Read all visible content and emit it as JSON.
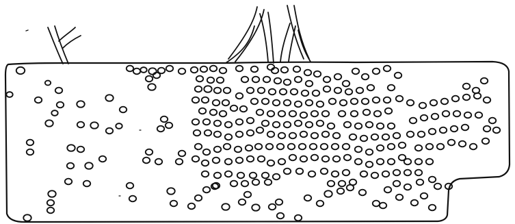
{
  "figure": {
    "subject": "line-drawing",
    "ink_color": "#111111",
    "paper_color": "#ffffff",
    "cells": [
      [
        30,
        103,
        1.2
      ],
      [
        14,
        138,
        0.9
      ],
      [
        56,
        146,
        1.0
      ],
      [
        86,
        132,
        1.0
      ],
      [
        70,
        121,
        0.8
      ],
      [
        88,
        153,
        1.0
      ],
      [
        80,
        165,
        0.9
      ],
      [
        72,
        180,
        1.1
      ],
      [
        118,
        152,
        1.1
      ],
      [
        160,
        143,
        1.1
      ],
      [
        180,
        160,
        1.0
      ],
      [
        118,
        182,
        1.0
      ],
      [
        138,
        183,
        1.1
      ],
      [
        160,
        191,
        1.0
      ],
      [
        174,
        184,
        0.9
      ],
      [
        44,
        208,
        1.0
      ],
      [
        44,
        222,
        1.0
      ],
      [
        104,
        216,
        1.1
      ],
      [
        118,
        218,
        1.0
      ],
      [
        103,
        242,
        1.0
      ],
      [
        130,
        242,
        1.1
      ],
      [
        150,
        232,
        1.0
      ],
      [
        190,
        100,
        1.0
      ],
      [
        200,
        104,
        1.0
      ],
      [
        210,
        102,
        0.9
      ],
      [
        223,
        104,
        1.1
      ],
      [
        236,
        103,
        1.0
      ],
      [
        248,
        100,
        1.0
      ],
      [
        266,
        104,
        1.0
      ],
      [
        218,
        115,
        1.0
      ],
      [
        229,
        110,
        1.0
      ],
      [
        222,
        127,
        1.1
      ],
      [
        240,
        174,
        1.0
      ],
      [
        247,
        183,
        1.0
      ],
      [
        235,
        188,
        1.0
      ],
      [
        218,
        222,
        1.0
      ],
      [
        214,
        234,
        1.0
      ],
      [
        232,
        236,
        1.0
      ],
      [
        266,
        224,
        1.0
      ],
      [
        262,
        236,
        1.0
      ],
      [
        100,
        265,
        1.0
      ],
      [
        127,
        268,
        1.0
      ],
      [
        190,
        271,
        1.0
      ],
      [
        76,
        283,
        1.1
      ],
      [
        74,
        296,
        1.0
      ],
      [
        74,
        307,
        1.0
      ],
      [
        40,
        318,
        1.1
      ],
      [
        194,
        290,
        1.0
      ],
      [
        250,
        279,
        1.1
      ],
      [
        254,
        297,
        1.0
      ],
      [
        280,
        301,
        1.0
      ],
      [
        290,
        289,
        1.0
      ],
      [
        302,
        277,
        1.0
      ],
      [
        316,
        271,
        1.0
      ],
      [
        330,
        302,
        1.1
      ],
      [
        354,
        295,
        1.0
      ],
      [
        374,
        303,
        1.1
      ],
      [
        398,
        302,
        1.0
      ],
      [
        408,
        295,
        1.0
      ],
      [
        410,
        315,
        1.0
      ],
      [
        436,
        318,
        1.0
      ],
      [
        450,
        289,
        1.0
      ],
      [
        468,
        297,
        1.0
      ],
      [
        480,
        283,
        1.1
      ],
      [
        498,
        279,
        1.0
      ],
      [
        512,
        274,
        1.0
      ],
      [
        530,
        281,
        1.0
      ],
      [
        550,
        297,
        1.0
      ],
      [
        567,
        277,
        1.0
      ],
      [
        580,
        268,
        1.0
      ],
      [
        596,
        273,
        1.0
      ],
      [
        614,
        266,
        1.0
      ],
      [
        632,
        262,
        1.0
      ],
      [
        606,
        296,
        1.0
      ],
      [
        632,
        303,
        1.0
      ],
      [
        284,
        102,
        1.0
      ],
      [
        298,
        101,
        1.0
      ],
      [
        312,
        100,
        1.0
      ],
      [
        326,
        103,
        1.0
      ],
      [
        292,
        115,
        1.0
      ],
      [
        308,
        117,
        1.0
      ],
      [
        322,
        117,
        1.0
      ],
      [
        290,
        130,
        1.0
      ],
      [
        304,
        130,
        1.1
      ],
      [
        318,
        132,
        1.0
      ],
      [
        332,
        132,
        1.0
      ],
      [
        350,
        140,
        1.0
      ],
      [
        286,
        146,
        1.0
      ],
      [
        300,
        146,
        1.0
      ],
      [
        316,
        150,
        1.0
      ],
      [
        330,
        150,
        1.0
      ],
      [
        296,
        162,
        1.0
      ],
      [
        312,
        164,
        1.0
      ],
      [
        326,
        166,
        1.0
      ],
      [
        342,
        158,
        1.0
      ],
      [
        356,
        159,
        1.0
      ],
      [
        286,
        178,
        1.0
      ],
      [
        302,
        178,
        1.0
      ],
      [
        318,
        180,
        1.0
      ],
      [
        334,
        182,
        1.0
      ],
      [
        350,
        178,
        1.0
      ],
      [
        366,
        176,
        1.0
      ],
      [
        288,
        194,
        1.0
      ],
      [
        304,
        194,
        1.0
      ],
      [
        318,
        196,
        1.0
      ],
      [
        334,
        200,
        1.0
      ],
      [
        350,
        196,
        1.0
      ],
      [
        366,
        194,
        1.0
      ],
      [
        380,
        190,
        1.0
      ],
      [
        290,
        214,
        1.0
      ],
      [
        302,
        222,
        1.0
      ],
      [
        318,
        218,
        1.0
      ],
      [
        332,
        214,
        1.0
      ],
      [
        348,
        218,
        1.0
      ],
      [
        364,
        216,
        1.0
      ],
      [
        378,
        214,
        1.0
      ],
      [
        394,
        214,
        1.0
      ],
      [
        410,
        214,
        1.0
      ],
      [
        286,
        232,
        1.0
      ],
      [
        300,
        238,
        1.0
      ],
      [
        316,
        234,
        1.0
      ],
      [
        334,
        236,
        1.0
      ],
      [
        350,
        234,
        1.0
      ],
      [
        366,
        232,
        1.0
      ],
      [
        382,
        232,
        1.0
      ],
      [
        396,
        238,
        1.0
      ],
      [
        412,
        236,
        1.0
      ],
      [
        300,
        254,
        1.0
      ],
      [
        318,
        256,
        1.0
      ],
      [
        334,
        254,
        1.0
      ],
      [
        352,
        256,
        1.0
      ],
      [
        370,
        256,
        1.0
      ],
      [
        388,
        256,
        1.0
      ],
      [
        404,
        258,
        1.0
      ],
      [
        314,
        272,
        1.0
      ],
      [
        342,
        268,
        1.0
      ],
      [
        358,
        268,
        1.0
      ],
      [
        374,
        266,
        1.0
      ],
      [
        392,
        266,
        1.0
      ],
      [
        362,
        284,
        1.0
      ],
      [
        350,
        100,
        1.0
      ],
      [
        372,
        101,
        1.0
      ],
      [
        396,
        98,
        1.0
      ],
      [
        402,
        103,
        1.0
      ],
      [
        416,
        102,
        1.0
      ],
      [
        434,
        101,
        1.0
      ],
      [
        450,
        106,
        1.0
      ],
      [
        358,
        116,
        1.0
      ],
      [
        374,
        116,
        1.0
      ],
      [
        390,
        116,
        1.0
      ],
      [
        406,
        118,
        1.0
      ],
      [
        420,
        120,
        1.0
      ],
      [
        436,
        116,
        1.0
      ],
      [
        452,
        122,
        1.0
      ],
      [
        366,
        132,
        1.0
      ],
      [
        382,
        132,
        1.0
      ],
      [
        398,
        134,
        1.0
      ],
      [
        414,
        134,
        1.0
      ],
      [
        430,
        134,
        1.0
      ],
      [
        446,
        136,
        1.0
      ],
      [
        462,
        136,
        1.0
      ],
      [
        372,
        148,
        1.0
      ],
      [
        388,
        148,
        1.0
      ],
      [
        404,
        150,
        1.0
      ],
      [
        420,
        150,
        1.0
      ],
      [
        436,
        152,
        1.0
      ],
      [
        452,
        150,
        1.0
      ],
      [
        468,
        152,
        1.0
      ],
      [
        380,
        164,
        1.0
      ],
      [
        396,
        166,
        1.0
      ],
      [
        412,
        166,
        1.0
      ],
      [
        428,
        166,
        1.0
      ],
      [
        444,
        168,
        1.0
      ],
      [
        460,
        166,
        1.0
      ],
      [
        476,
        166,
        1.0
      ],
      [
        388,
        180,
        1.0
      ],
      [
        404,
        182,
        1.0
      ],
      [
        420,
        182,
        1.0
      ],
      [
        436,
        180,
        1.0
      ],
      [
        452,
        182,
        1.0
      ],
      [
        468,
        180,
        1.0
      ],
      [
        484,
        184,
        1.0
      ],
      [
        396,
        196,
        1.0
      ],
      [
        412,
        198,
        1.0
      ],
      [
        428,
        198,
        1.0
      ],
      [
        444,
        196,
        1.0
      ],
      [
        460,
        198,
        1.0
      ],
      [
        476,
        196,
        1.0
      ],
      [
        492,
        198,
        1.0
      ],
      [
        426,
        214,
        1.0
      ],
      [
        442,
        214,
        1.0
      ],
      [
        458,
        214,
        1.0
      ],
      [
        474,
        214,
        1.0
      ],
      [
        490,
        214,
        1.0
      ],
      [
        506,
        214,
        1.0
      ],
      [
        428,
        230,
        1.0
      ],
      [
        444,
        232,
        1.0
      ],
      [
        460,
        230,
        1.0
      ],
      [
        476,
        232,
        1.0
      ],
      [
        492,
        232,
        1.0
      ],
      [
        508,
        230,
        1.0
      ],
      [
        420,
        250,
        1.0
      ],
      [
        438,
        250,
        1.0
      ],
      [
        456,
        254,
        1.0
      ],
      [
        474,
        250,
        1.0
      ],
      [
        490,
        254,
        1.0
      ],
      [
        506,
        252,
        1.0
      ],
      [
        484,
        268,
        1.0
      ],
      [
        500,
        268,
        1.0
      ],
      [
        516,
        266,
        1.0
      ],
      [
        464,
        108,
        1.0
      ],
      [
        478,
        116,
        1.0
      ],
      [
        494,
        112,
        1.0
      ],
      [
        506,
        122,
        1.0
      ],
      [
        520,
        104,
        1.0
      ],
      [
        534,
        112,
        1.0
      ],
      [
        550,
        104,
        1.0
      ],
      [
        566,
        100,
        1.0
      ],
      [
        582,
        110,
        1.0
      ],
      [
        478,
        130,
        1.0
      ],
      [
        494,
        132,
        1.0
      ],
      [
        510,
        134,
        1.0
      ],
      [
        526,
        132,
        1.0
      ],
      [
        542,
        128,
        1.0
      ],
      [
        572,
        128,
        1.0
      ],
      [
        486,
        148,
        1.0
      ],
      [
        502,
        150,
        1.0
      ],
      [
        518,
        148,
        1.0
      ],
      [
        534,
        148,
        1.0
      ],
      [
        550,
        146,
        1.0
      ],
      [
        566,
        146,
        1.0
      ],
      [
        584,
        144,
        1.0
      ],
      [
        600,
        150,
        1.0
      ],
      [
        500,
        166,
        1.0
      ],
      [
        518,
        166,
        1.0
      ],
      [
        536,
        164,
        1.0
      ],
      [
        552,
        166,
        1.0
      ],
      [
        568,
        162,
        1.0
      ],
      [
        508,
        182,
        1.0
      ],
      [
        524,
        184,
        1.0
      ],
      [
        540,
        182,
        1.0
      ],
      [
        556,
        184,
        1.0
      ],
      [
        572,
        184,
        1.0
      ],
      [
        516,
        200,
        1.0
      ],
      [
        532,
        202,
        1.0
      ],
      [
        548,
        200,
        1.0
      ],
      [
        564,
        200,
        1.0
      ],
      [
        580,
        198,
        1.0
      ],
      [
        524,
        218,
        1.0
      ],
      [
        540,
        222,
        1.0
      ],
      [
        556,
        216,
        1.0
      ],
      [
        572,
        214,
        1.0
      ],
      [
        588,
        212,
        1.0
      ],
      [
        524,
        236,
        1.0
      ],
      [
        540,
        240,
        1.0
      ],
      [
        556,
        236,
        1.0
      ],
      [
        572,
        236,
        1.0
      ],
      [
        588,
        230,
        1.0
      ],
      [
        532,
        254,
        1.0
      ],
      [
        548,
        256,
        1.0
      ],
      [
        564,
        254,
        1.0
      ],
      [
        580,
        252,
        1.0
      ],
      [
        596,
        252,
        1.0
      ],
      [
        612,
        252,
        1.0
      ],
      [
        596,
        236,
        1.0
      ],
      [
        612,
        236,
        1.0
      ],
      [
        628,
        236,
        1.0
      ],
      [
        612,
        216,
        1.0
      ],
      [
        628,
        214,
        1.0
      ],
      [
        644,
        214,
        1.0
      ],
      [
        600,
        196,
        1.0
      ],
      [
        616,
        196,
        1.0
      ],
      [
        632,
        192,
        1.0
      ],
      [
        648,
        190,
        1.0
      ],
      [
        664,
        188,
        1.0
      ],
      [
        680,
        186,
        1.0
      ],
      [
        604,
        176,
        1.0
      ],
      [
        620,
        172,
        1.0
      ],
      [
        636,
        170,
        1.0
      ],
      [
        652,
        166,
        1.0
      ],
      [
        668,
        166,
        1.0
      ],
      [
        684,
        168,
        1.0
      ],
      [
        700,
        168,
        1.0
      ],
      [
        618,
        154,
        1.0
      ],
      [
        634,
        150,
        1.0
      ],
      [
        650,
        148,
        1.0
      ],
      [
        666,
        144,
        1.0
      ],
      [
        682,
        142,
        1.0
      ],
      [
        698,
        140,
        1.0
      ],
      [
        712,
        146,
        1.0
      ],
      [
        682,
        126,
        1.0
      ],
      [
        696,
        132,
        1.0
      ],
      [
        708,
        118,
        1.0
      ],
      [
        720,
        176,
        1.0
      ],
      [
        726,
        190,
        1.0
      ],
      [
        712,
        188,
        1.0
      ],
      [
        660,
        208,
        1.0
      ],
      [
        676,
        210,
        1.0
      ],
      [
        692,
        214,
        1.0
      ],
      [
        710,
        206,
        1.0
      ],
      [
        640,
        272,
        1.0
      ],
      [
        656,
        272,
        1.0
      ],
      [
        620,
        286,
        1.0
      ],
      [
        584,
        288,
        1.0
      ],
      [
        560,
        300,
        1.0
      ]
    ]
  }
}
